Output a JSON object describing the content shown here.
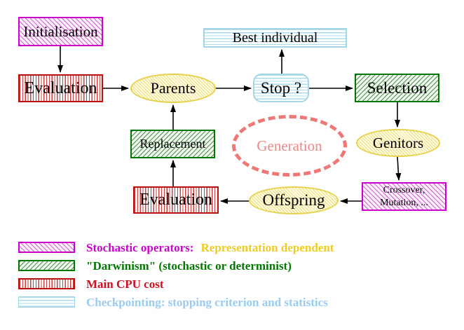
{
  "nodes": {
    "initialisation": {
      "label": "Initialisation"
    },
    "evaluation_top": {
      "label": "Evaluation"
    },
    "parents": {
      "label": "Parents"
    },
    "best_individual": {
      "label": "Best individual"
    },
    "stop": {
      "label": "Stop ?"
    },
    "selection": {
      "label": "Selection"
    },
    "replacement": {
      "label": "Replacement"
    },
    "generation": {
      "label": "Generation"
    },
    "genitors": {
      "label": "Genitors"
    },
    "crossover_mutation": {
      "line1": "Crossover,",
      "line2": "Mutation, ..."
    },
    "offspring": {
      "label": "Offspring"
    },
    "evaluation_bottom": {
      "label": "Evaluation"
    }
  },
  "legend": {
    "items": [
      {
        "swatch": "magenta-diagonal-hatch-swatch",
        "parts": [
          {
            "text": "Stochastic operators:",
            "color": "#cc00cc"
          },
          {
            "text": "Representation dependent",
            "color": "#eecc22"
          }
        ]
      },
      {
        "swatch": "green-diagonal-hatch-swatch",
        "parts": [
          {
            "text": "\"Darwinism\" (stochastic or determinist)",
            "color": "#007700"
          }
        ]
      },
      {
        "swatch": "red-vertical-stripes-swatch",
        "parts": [
          {
            "text": "Main CPU cost",
            "color": "#cc1122"
          }
        ]
      },
      {
        "swatch": "cyan-horizontal-stripes-swatch",
        "parts": [
          {
            "text": "Checkpointing: stopping criterion and statistics",
            "color": "#99ccee"
          }
        ]
      }
    ]
  },
  "colors": {
    "stochastic_magenta": "#cc00cc",
    "darwinism_green": "#007700",
    "cpu_cost_red": "#cc1122",
    "checkpointing_cyan": "#99ccee",
    "representation_gold": "#eecc22",
    "generation_salmon": "#ee7777",
    "arrow_black": "#000000",
    "node_yellow_border": "#e6d24e"
  }
}
